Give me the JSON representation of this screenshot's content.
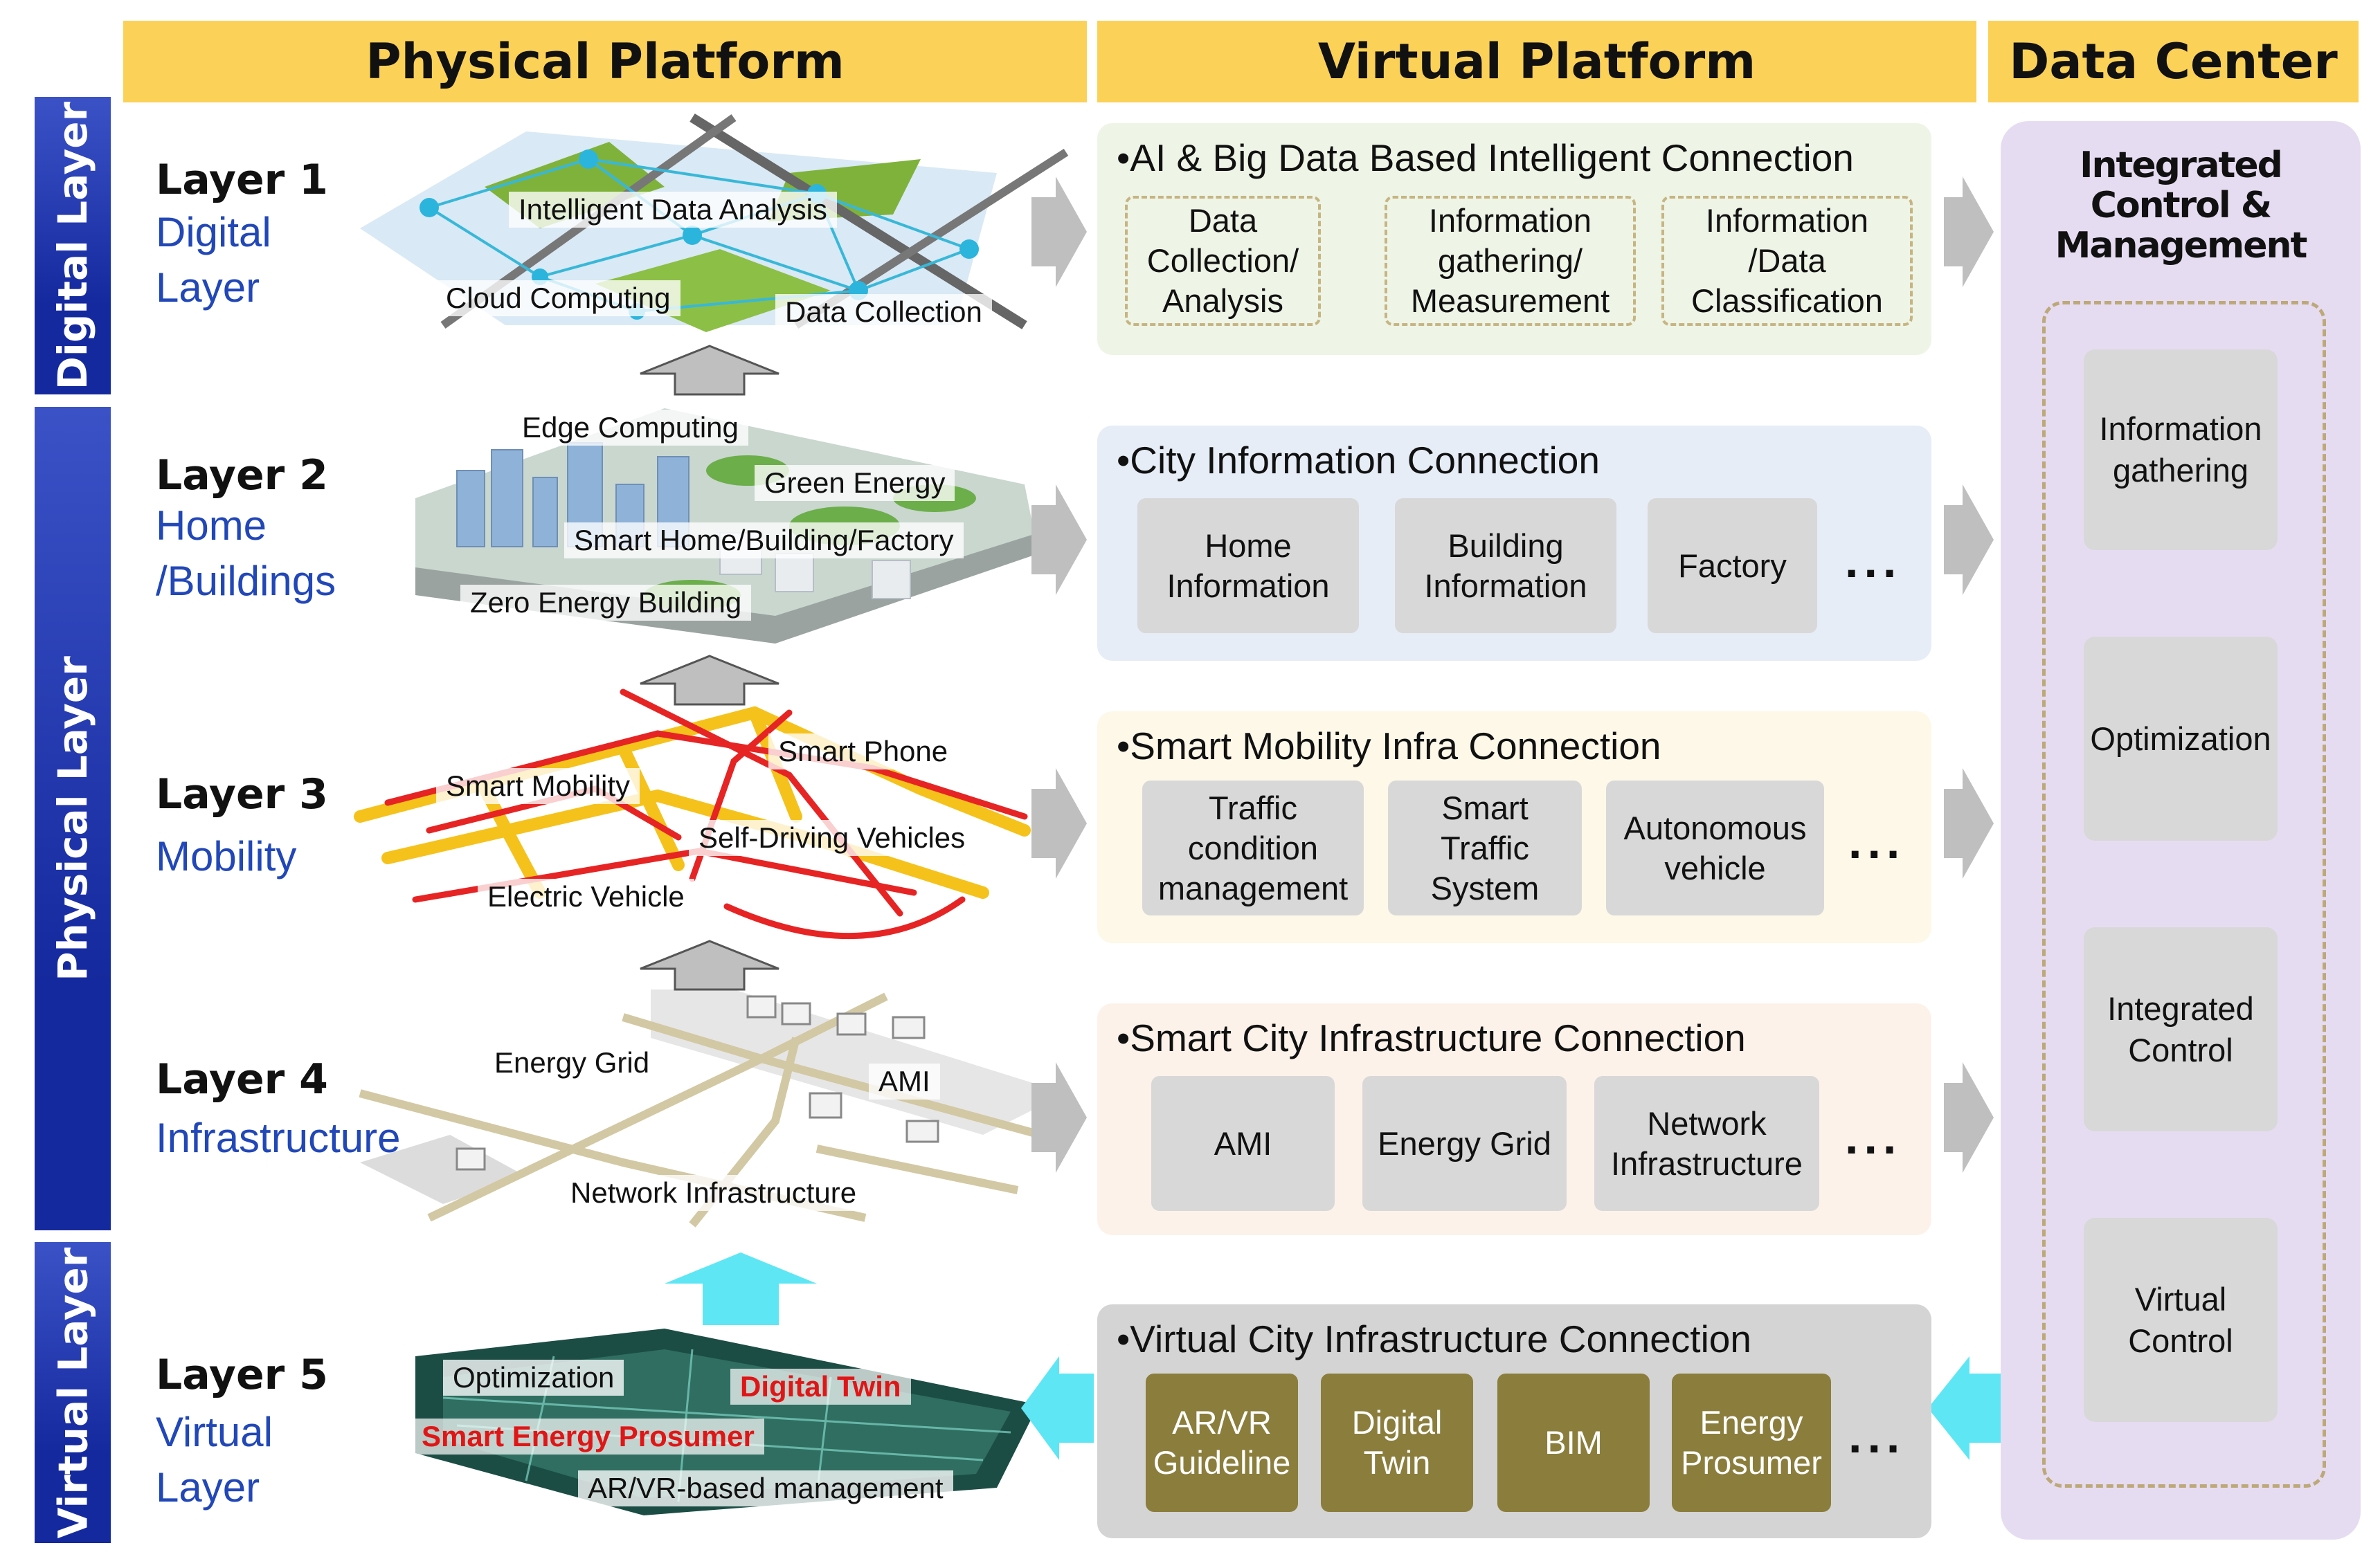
{
  "headers": {
    "physical": "Physical Platform",
    "virtual": "Virtual Platform",
    "datacenter": "Data Center"
  },
  "bands": {
    "digital": "Digital Layer",
    "physical": "Physical Layer",
    "virtual": "Virtual Layer"
  },
  "layers": [
    {
      "title": "Layer 1",
      "sub": "Digital\nLayer"
    },
    {
      "title": "Layer 2",
      "sub": "Home\n/Buildings"
    },
    {
      "title": "Layer 3",
      "sub": "Mobility"
    },
    {
      "title": "Layer 4",
      "sub": "Infrastructure"
    },
    {
      "title": "Layer 5",
      "sub": "Virtual\nLayer"
    }
  ],
  "physical_labels": {
    "l1": [
      "Intelligent  Data Analysis",
      "Cloud Computing",
      "Data  Collection"
    ],
    "l2": [
      "Edge Computing",
      "Green Energy",
      "Smart Home/Building/Factory",
      "Zero Energy Building"
    ],
    "l3": [
      "Smart Phone",
      "Smart Mobility",
      "Self-Driving Vehicles",
      "Electric Vehicle"
    ],
    "l4": [
      "Energy Grid",
      "AMI",
      "Network Infrastructure"
    ],
    "l5": [
      "Optimization",
      "Digital Twin",
      "Smart Energy Prosumer",
      "AR/VR-based management"
    ]
  },
  "panels": [
    {
      "title": "•AI & Big Data Based Intelligent Connection",
      "boxes": [
        "Data\nCollection/\nAnalysis",
        "Information\ngathering/\nMeasurement",
        "Information\n/Data\nClassification"
      ]
    },
    {
      "title": "•City Information Connection",
      "boxes": [
        "Home\nInformation",
        "Building\nInformation",
        "Factory"
      ],
      "ellipsis": "..."
    },
    {
      "title": "•Smart Mobility Infra Connection",
      "boxes": [
        "Traffic\ncondition\nmanagement",
        "Smart\nTraffic\nSystem",
        "Autonomous\nvehicle"
      ],
      "ellipsis": "..."
    },
    {
      "title": "•Smart City Infrastructure Connection",
      "boxes": [
        "AMI",
        "Energy Grid",
        "Network\nInfrastructure"
      ],
      "ellipsis": "..."
    },
    {
      "title": "•Virtual City Infrastructure Connection",
      "boxes": [
        "AR/VR\nGuideline",
        "Digital\nTwin",
        "BIM",
        "Energy\nProsumer"
      ],
      "ellipsis": "..."
    }
  ],
  "datacenter": {
    "title": "Integrated\nControl &\nManagement",
    "steps": [
      "Information\ngathering",
      "Optimization",
      "Integrated\nControl",
      "Virtual\nControl"
    ]
  },
  "colors": {
    "header": "#fcd157",
    "band": "#15299e",
    "arrow_gray": "#bfbfbf",
    "arrow_cyan": "#5ee6f4",
    "panel1": "#eef4e6",
    "panel2": "#e6edf7",
    "panel3": "#fdf8e8",
    "panel4": "#fcf2ea",
    "panel5": "#d4d4d4",
    "olive": "#8b7d3c",
    "datacenter": "#e6dcf2"
  }
}
